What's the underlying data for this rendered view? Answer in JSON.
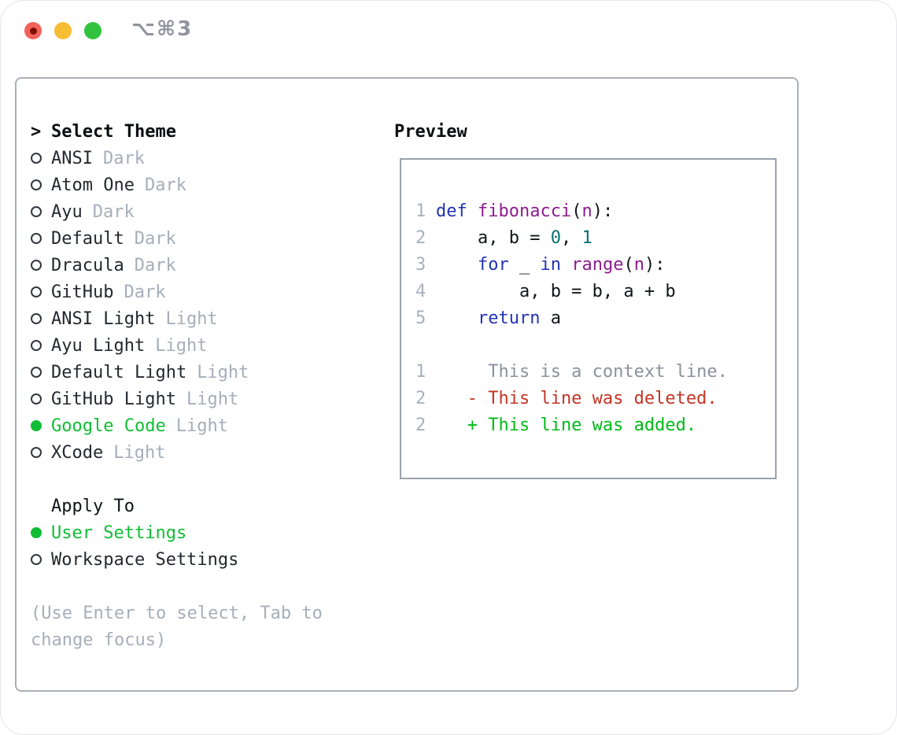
{
  "window": {
    "title": "⌥⌘3",
    "controls": [
      {
        "name": "close-button",
        "color": "#f2625b"
      },
      {
        "name": "minimize-button",
        "color": "#f6bd35"
      },
      {
        "name": "zoom-button",
        "color": "#32c33e"
      }
    ]
  },
  "theme_menu": {
    "prompt": ">",
    "title": "Select Theme",
    "items": [
      {
        "name": "ANSI",
        "variant": "Dark",
        "selected": false
      },
      {
        "name": "Atom One",
        "variant": "Dark",
        "selected": false
      },
      {
        "name": "Ayu",
        "variant": "Dark",
        "selected": false
      },
      {
        "name": "Default",
        "variant": "Dark",
        "selected": false
      },
      {
        "name": "Dracula",
        "variant": "Dark",
        "selected": false
      },
      {
        "name": "GitHub",
        "variant": "Dark",
        "selected": false
      },
      {
        "name": "ANSI Light",
        "variant": "Light",
        "selected": false
      },
      {
        "name": "Ayu Light",
        "variant": "Light",
        "selected": false
      },
      {
        "name": "Default Light",
        "variant": "Light",
        "selected": false
      },
      {
        "name": "GitHub Light",
        "variant": "Light",
        "selected": false
      },
      {
        "name": "Google Code",
        "variant": "Light",
        "selected": true
      },
      {
        "name": "XCode",
        "variant": "Light",
        "selected": false
      }
    ]
  },
  "apply_to": {
    "title": "Apply To",
    "options": [
      {
        "name": "User Settings",
        "selected": true
      },
      {
        "name": "Workspace Settings",
        "selected": false
      }
    ]
  },
  "hint": {
    "line1": "(Use Enter to select, Tab to",
    "line2": "change focus)"
  },
  "preview": {
    "title": "Preview",
    "lines": [
      {
        "num": "1",
        "segs": [
          {
            "s": "kwd",
            "t": "def"
          },
          {
            "s": "pln",
            "t": " "
          },
          {
            "s": "typ",
            "t": "fibonacci"
          },
          {
            "s": "pln",
            "t": "("
          },
          {
            "s": "typ",
            "t": "n"
          },
          {
            "s": "pln",
            "t": "):"
          }
        ]
      },
      {
        "num": "2",
        "segs": [
          {
            "s": "pln",
            "t": "    a, b = "
          },
          {
            "s": "lit",
            "t": "0"
          },
          {
            "s": "pln",
            "t": ", "
          },
          {
            "s": "lit",
            "t": "1"
          }
        ]
      },
      {
        "num": "3",
        "segs": [
          {
            "s": "pln",
            "t": "    "
          },
          {
            "s": "kwd",
            "t": "for"
          },
          {
            "s": "pln",
            "t": " _ "
          },
          {
            "s": "kwd",
            "t": "in"
          },
          {
            "s": "pln",
            "t": " "
          },
          {
            "s": "typ",
            "t": "range"
          },
          {
            "s": "pln",
            "t": "("
          },
          {
            "s": "typ",
            "t": "n"
          },
          {
            "s": "pln",
            "t": "):"
          }
        ]
      },
      {
        "num": "4",
        "segs": [
          {
            "s": "pln",
            "t": "        a, b = b, a + b"
          }
        ]
      },
      {
        "num": "5",
        "segs": [
          {
            "s": "pln",
            "t": "    "
          },
          {
            "s": "kwd",
            "t": "return"
          },
          {
            "s": "pln",
            "t": " a"
          }
        ]
      },
      {
        "num": "",
        "segs": []
      },
      {
        "num": "1",
        "segs": [
          {
            "s": "ctx",
            "t": "     This is a context line."
          }
        ]
      },
      {
        "num": "2",
        "segs": [
          {
            "s": "del",
            "t": "   - This line was deleted."
          }
        ]
      },
      {
        "num": "2",
        "segs": [
          {
            "s": "add",
            "t": "   + This line was added."
          }
        ]
      }
    ]
  },
  "colors": {
    "accent_green": "#0fbe34",
    "diff_added_green": "#00bb17",
    "diff_deleted_red": "#c43425",
    "keyword_blue": "#2233b4",
    "type_purple": "#8d1c8f",
    "literal_teal": "#0d7070",
    "muted_gray": "#a6aeba",
    "panel_border": "#a9b0ba",
    "line_number_gray": "#a8b1bc"
  }
}
